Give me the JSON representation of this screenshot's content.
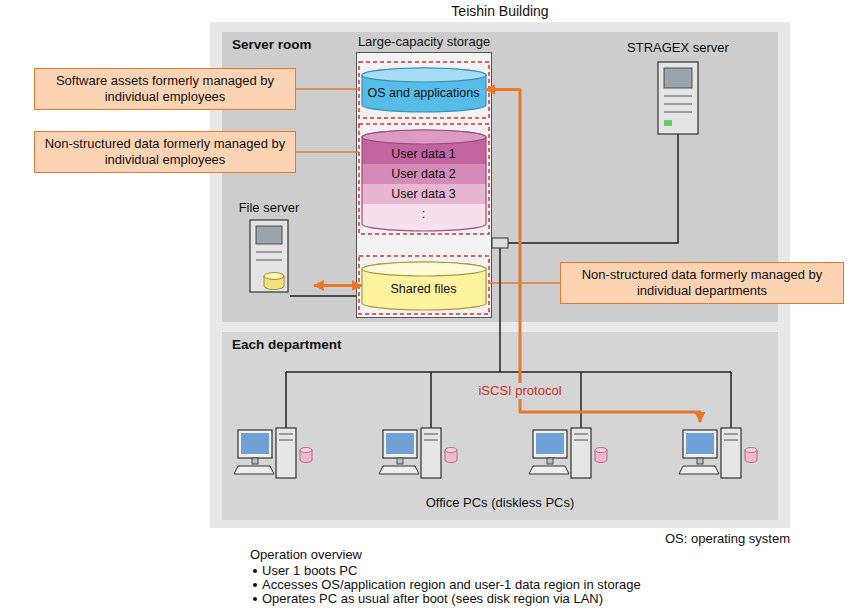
{
  "diagram": {
    "nodes": [
      {
        "text": [
          "Teishin Building"
        ]
      },
      {
        "text": [
          "Server room"
        ],
        "in": 0
      },
      {
        "text": [
          "Large-capacity storage"
        ],
        "in": 1
      },
      {
        "text": [
          "OS and applications"
        ],
        "in": 2
      },
      {
        "text": [
          "User data 1",
          "User data 2",
          "User data 3",
          ":"
        ],
        "in": 2
      },
      {
        "text": [
          "Shared files"
        ],
        "in": 2
      },
      {
        "text": [
          "STRAGEX server"
        ],
        "in": 1
      },
      {
        "text": [
          "File server"
        ],
        "in": 1
      },
      {
        "text": [
          "Software assets formerly managed by individual employees"
        ]
      },
      {
        "text": [
          "Non-structured data formerly managed by individual employees"
        ]
      },
      {
        "text": [
          "Non-structured data formerly managed by individual departments"
        ]
      },
      {
        "text": [
          "Each department"
        ],
        "in": 0
      },
      {
        "text": [
          "Office PCs (diskless PCs)"
        ],
        "in": 11
      }
    ],
    "edges": [
      {
        "from": 7,
        "to": 5,
        "arrow": "both"
      },
      {
        "from": 3,
        "to": 12,
        "arrow": "both",
        "label": "iSCSI protocol"
      }
    ],
    "labels": [
      "OS: operating system",
      "Operation overview",
      "User 1 boots PC",
      "Accesses OS/application region and user-1 data region in storage",
      "Operates PC as usual after boot (sees disk region via LAN)"
    ]
  }
}
